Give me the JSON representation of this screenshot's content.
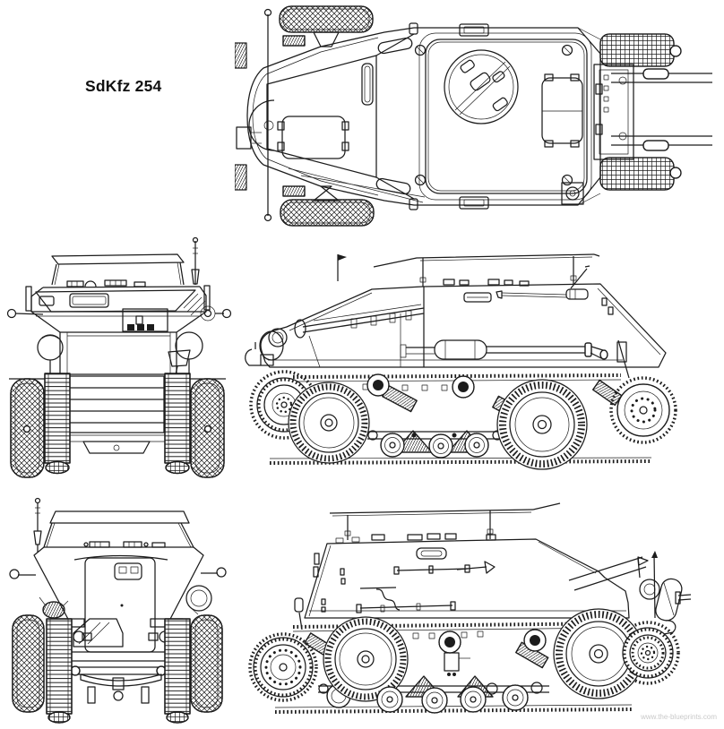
{
  "title": "SdKfz 254",
  "watermark": "www.the-blueprints.com",
  "colors": {
    "background": "#ffffff",
    "ink": "#1c1c1c",
    "watermark": "#c9c9c9"
  },
  "drawing": {
    "vehicle": "SdKfz 254",
    "type": "multi-view blueprint line drawing",
    "views": [
      {
        "id": "top-view",
        "label": "Top plan view"
      },
      {
        "id": "front-view",
        "label": "Front elevation"
      },
      {
        "id": "side-view-left",
        "label": "Left side elevation"
      },
      {
        "id": "rear-view",
        "label": "Rear elevation"
      },
      {
        "id": "side-view-right",
        "label": "Right side elevation"
      }
    ]
  }
}
